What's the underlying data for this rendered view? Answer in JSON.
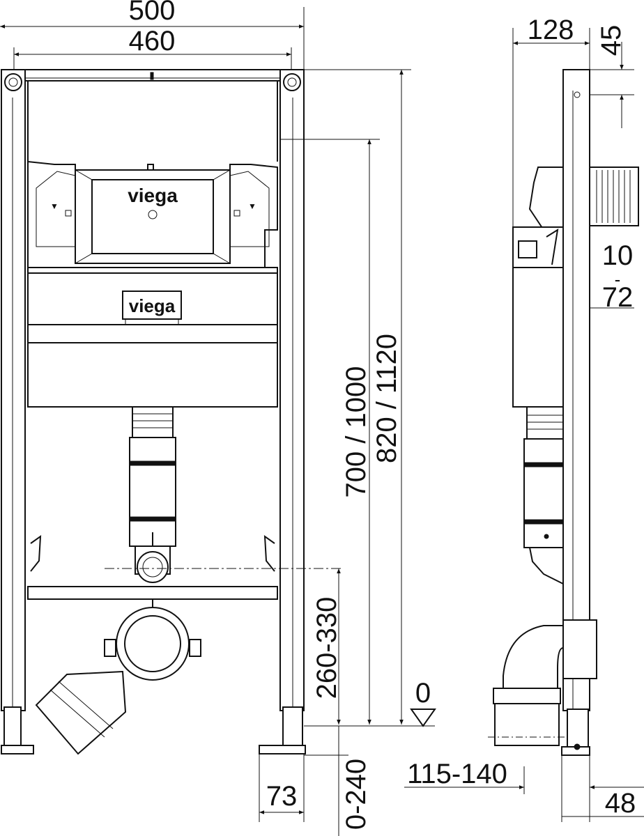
{
  "front_view": {
    "dimensions": {
      "overall_width": "500",
      "inner_width": "460",
      "total_height": "820 / 1120",
      "cistern_height": "700 / 1000",
      "outlet_height": "260-330",
      "foot_depth": "73",
      "foot_adjust": "0-240",
      "floor_level": "0"
    },
    "logos": {
      "cistern": "viega",
      "plate": "viega"
    }
  },
  "side_view": {
    "dimensions": {
      "depth": "128",
      "top_offset": "45",
      "wall_range_top": "10",
      "wall_range_dash": "-",
      "wall_range_bottom": "72",
      "outlet_range": "115-140",
      "foot_width": "48"
    }
  }
}
